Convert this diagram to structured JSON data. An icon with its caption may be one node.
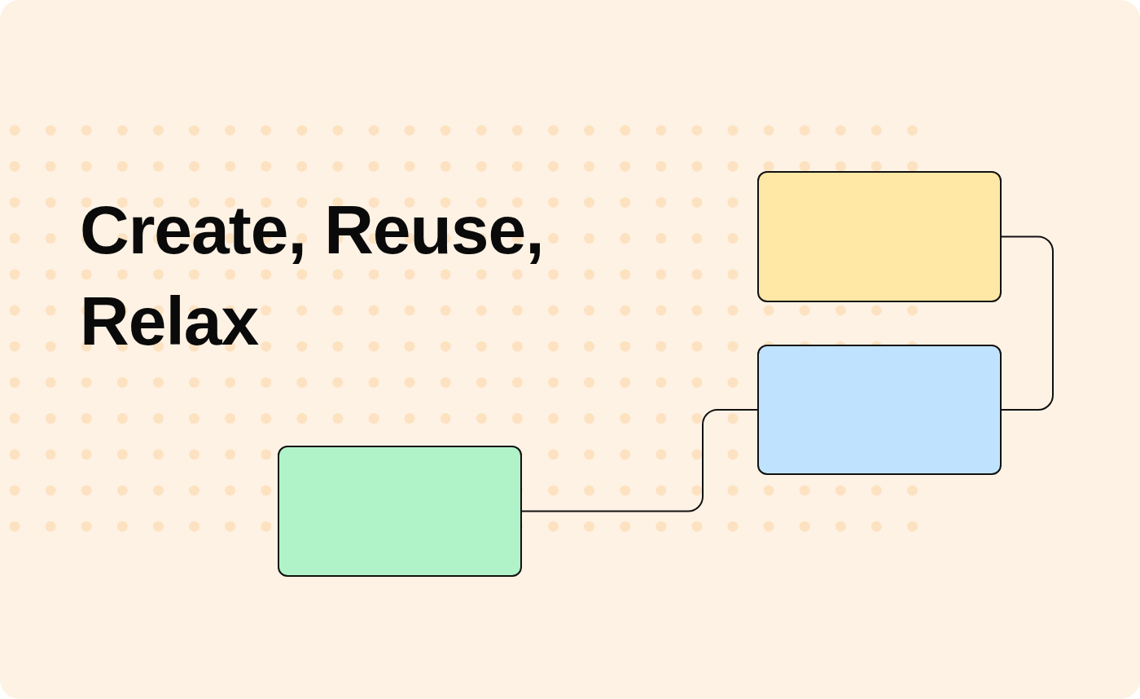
{
  "diagram": {
    "title": "Create, Reuse, Relax",
    "nodes": [
      {
        "text": [],
        "shape": "box"
      },
      {
        "text": [],
        "shape": "box"
      },
      {
        "text": [],
        "shape": "box"
      }
    ],
    "edges": [
      {
        "from": 0,
        "to": 1,
        "arrow": "none"
      },
      {
        "from": 2,
        "to": 1,
        "arrow": "none"
      }
    ]
  }
}
